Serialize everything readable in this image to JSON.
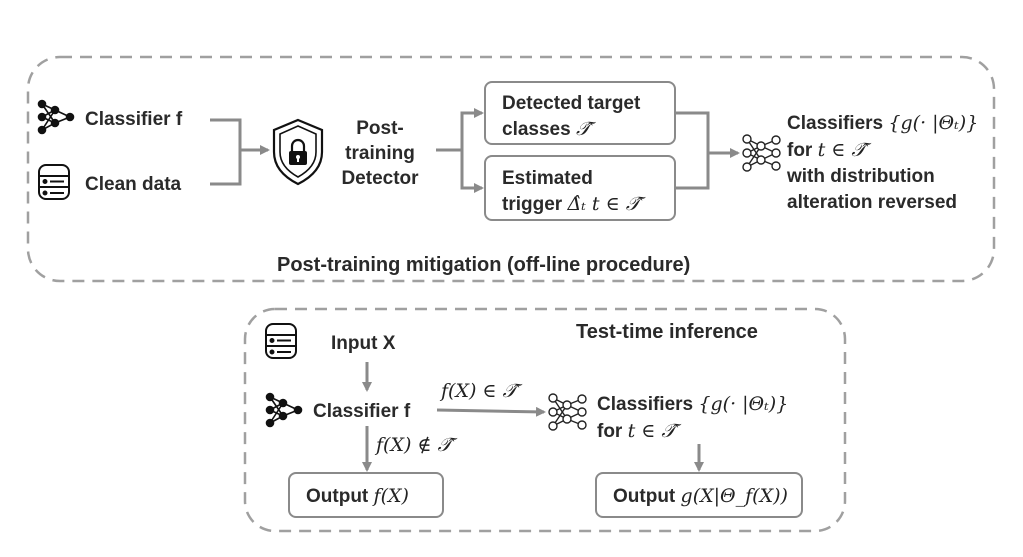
{
  "top": {
    "title": "Post-training mitigation (off-line procedure)",
    "classifier_label": "Classifier f",
    "clean_data_label": "Clean data",
    "detector_label": [
      "Post-",
      "training",
      "Detector"
    ],
    "detected_box": [
      "Detected target",
      "classes"
    ],
    "detected_math": "𝒯̂",
    "trigger_box": [
      "Estimated",
      "trigger"
    ],
    "trigger_math": "Δ̂ₜ  t ∈ 𝒯̂",
    "result_line1_text": "Classifiers",
    "result_line1_math": "{g(· |Θₜ)}",
    "result_line2_text": "for",
    "result_line2_math": "t ∈ 𝒯̂",
    "result_line3": "with distribution",
    "result_line4": "alteration reversed"
  },
  "bottom": {
    "title": "Test-time inference",
    "input_label": "Input X",
    "classifier_label": "Classifier f",
    "branch_in_math": "f(X) ∈ 𝒯̂",
    "branch_out_math": "f(X) ∉ 𝒯̂",
    "result_line1_text": "Classifiers",
    "result_line1_math": "{g(· |Θₜ)}",
    "result_line2_text": "for",
    "result_line2_math": "t ∈ 𝒯̂",
    "output1_text": "Output",
    "output1_math": "f(X)",
    "output2_text": "Output",
    "output2_math": "g(X|Θ_f(X))"
  },
  "colors": {
    "line": "#8a8a8a",
    "dash": "#a0a0a0",
    "text": "#2a2a2a"
  }
}
